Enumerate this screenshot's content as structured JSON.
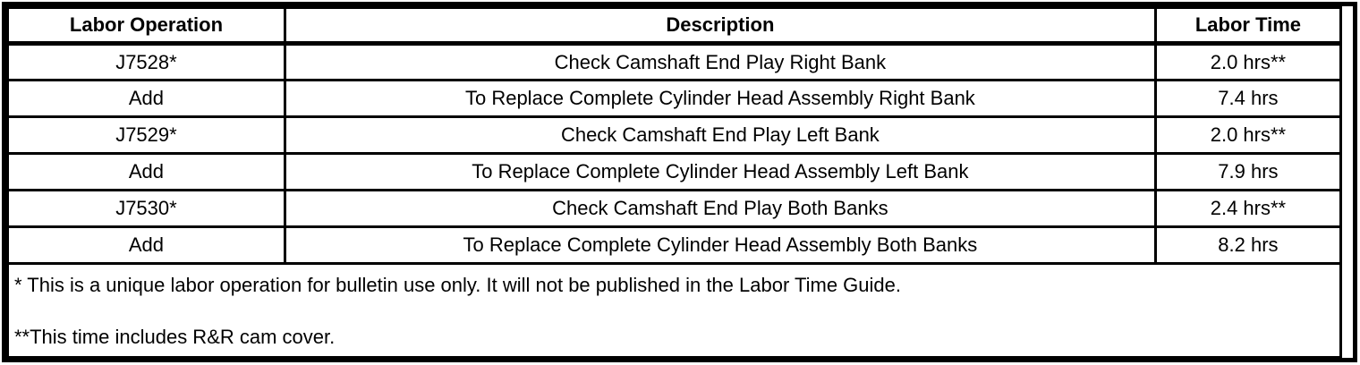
{
  "table": {
    "headers": [
      "Labor Operation",
      "Description",
      "Labor Time"
    ],
    "rows": [
      {
        "op": "J7528*",
        "desc": "Check Camshaft End Play Right Bank",
        "time": "2.0 hrs**"
      },
      {
        "op": "Add",
        "desc": "To Replace Complete Cylinder Head Assembly Right Bank",
        "time": "7.4 hrs"
      },
      {
        "op": "J7529*",
        "desc": "Check Camshaft End Play Left Bank",
        "time": "2.0 hrs**"
      },
      {
        "op": "Add",
        "desc": "To Replace Complete Cylinder Head Assembly Left Bank",
        "time": "7.9 hrs"
      },
      {
        "op": "J7530*",
        "desc": "Check Camshaft End Play Both Banks",
        "time": "2.4 hrs**"
      },
      {
        "op": "Add",
        "desc": "To Replace Complete Cylinder Head Assembly Both Banks",
        "time": "8.2 hrs"
      }
    ],
    "footnotes": [
      "* This is a unique labor operation for bulletin use only. It will not be published in the Labor Time Guide.",
      "**This time includes R&R cam cover."
    ]
  },
  "colors": {
    "border": "#000000",
    "background": "#ffffff",
    "text": "#000000"
  }
}
